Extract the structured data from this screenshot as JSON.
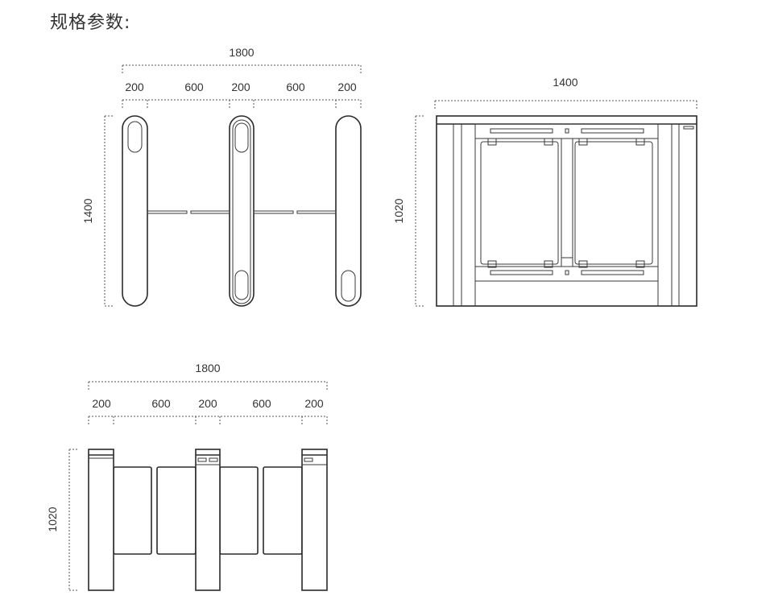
{
  "title": "规格参数:",
  "top_view": {
    "overall_width": "1800",
    "segments": [
      "200",
      "600",
      "200",
      "600",
      "200"
    ],
    "depth": "1400"
  },
  "side_view": {
    "width": "1400",
    "height": "1020"
  },
  "front_view": {
    "overall_width": "1800",
    "segments": [
      "200",
      "600",
      "200",
      "600",
      "200"
    ],
    "height": "1020"
  }
}
